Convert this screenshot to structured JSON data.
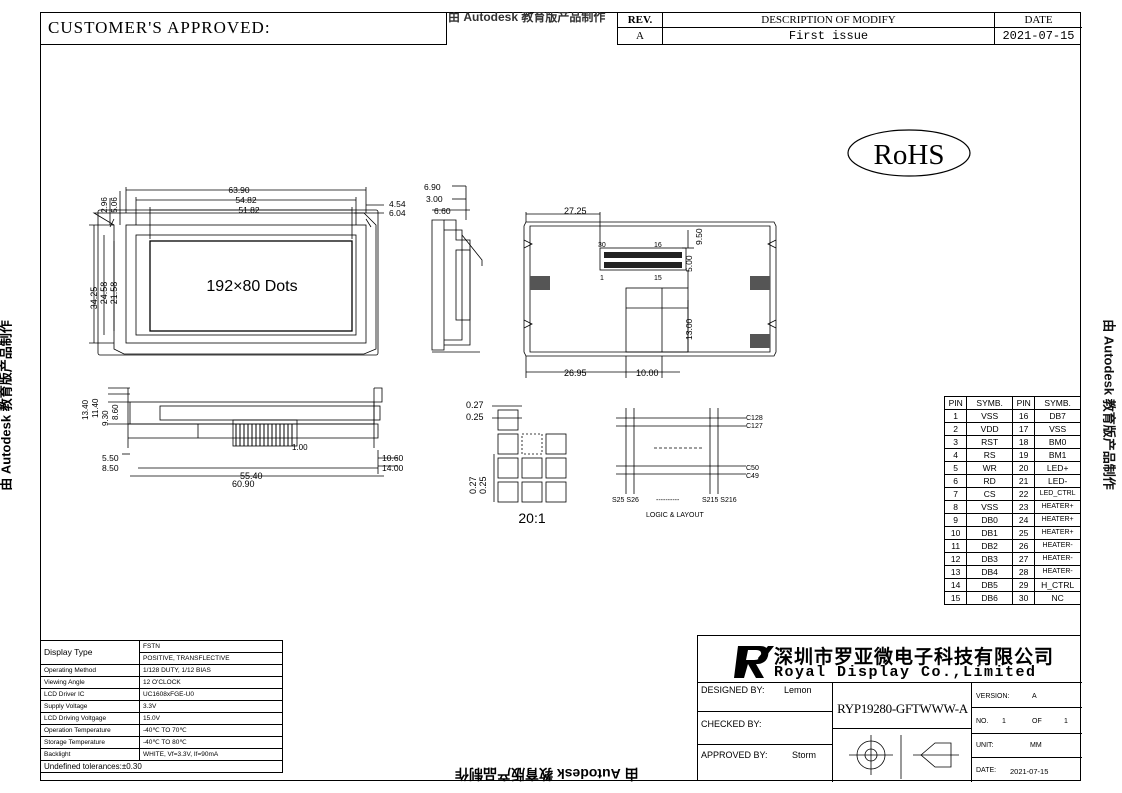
{
  "header": {
    "customer_label": "CUSTOMER'S APPROVED:",
    "watermark_top": "由 Autodesk 教育版产品制作",
    "rev_label": "REV.",
    "desc_label": "DESCRIPTION OF MODIFY",
    "date_label": "DATE",
    "rev_value": "A",
    "desc_value": "First issue",
    "date_value": "2021-07-15"
  },
  "watermarks": {
    "left": "由 Autodesk 教育版产品制作",
    "right": "由 Autodesk 教育版产品制作",
    "bottom": "由 Autodesk 教育版产品制作"
  },
  "rohs": "RoHS",
  "front_view": {
    "display_text": "192×80 Dots",
    "dims": {
      "w1": "63.90",
      "w2": "54.82",
      "w3": "51.82",
      "h1": "34.25",
      "h2": "24.58",
      "h3": "21.58",
      "t1": "2.96",
      "t2": "5.06",
      "r1": "4.54",
      "r2": "6.04"
    }
  },
  "side_view": {
    "d1": "6.90",
    "d2": "3.00",
    "d3": "6.60"
  },
  "back_view": {
    "d1": "27.25",
    "d2": "9.50",
    "d3": "5.00",
    "d4": "13.00",
    "d5": "26.95",
    "d6": "10.00",
    "pin30": "30",
    "pin16": "16",
    "pin1": "1",
    "pin15": "15"
  },
  "bottom_view": {
    "d1": "13.40",
    "d2": "11.40",
    "d3": "9.30",
    "d4": "8.60",
    "d5": "1.00",
    "d6": "5.50",
    "d7": "8.50",
    "d8": "55.40",
    "d9": "60.90",
    "d10": "10.60",
    "d11": "14.00"
  },
  "dot_detail": {
    "d1": "0.27",
    "d2": "0.25",
    "d3": "0.27",
    "d4": "0.25",
    "scale": "20:1"
  },
  "logic": {
    "c128": "C128",
    "c127": "C127",
    "c50": "C50",
    "c49": "C49",
    "s_left": "S25 S26",
    "s_mid": "----------",
    "s_right": "S215 S216",
    "caption": "LOGIC & LAYOUT"
  },
  "pin_table": {
    "headers": [
      "PIN",
      "SYMB.",
      "PIN",
      "SYMB."
    ],
    "rows": [
      [
        "1",
        "VSS",
        "16",
        "DB7"
      ],
      [
        "2",
        "VDD",
        "17",
        "VSS"
      ],
      [
        "3",
        "RST",
        "18",
        "BM0"
      ],
      [
        "4",
        "RS",
        "19",
        "BM1"
      ],
      [
        "5",
        "WR",
        "20",
        "LED+"
      ],
      [
        "6",
        "RD",
        "21",
        "LED-"
      ],
      [
        "7",
        "CS",
        "22",
        "LED_CTRL"
      ],
      [
        "8",
        "VSS",
        "23",
        "HEATER+"
      ],
      [
        "9",
        "DB0",
        "24",
        "HEATER+"
      ],
      [
        "10",
        "DB1",
        "25",
        "HEATER+"
      ],
      [
        "11",
        "DB2",
        "26",
        "HEATER-"
      ],
      [
        "12",
        "DB3",
        "27",
        "HEATER-"
      ],
      [
        "13",
        "DB4",
        "28",
        "HEATER-"
      ],
      [
        "14",
        "DB5",
        "29",
        "H_CTRL"
      ],
      [
        "15",
        "DB6",
        "30",
        "NC"
      ]
    ]
  },
  "specs": {
    "display_type_label": "Display Type",
    "display_type_1": "FSTN",
    "display_type_2": "POSITIVE, TRANSFLECTIVE",
    "rows": [
      [
        "Operating Method",
        "1/128 DUTY, 1/12 BIAS"
      ],
      [
        "Viewing Angle",
        "12 O'CLOCK"
      ],
      [
        "LCD Driver IC",
        "UC1608xFGE-U0"
      ],
      [
        "Supply Voltage",
        "3.3V"
      ],
      [
        "LCD Driving Voltgage",
        "15.0V"
      ],
      [
        "Operation Temperature",
        "-40℃ TO 70℃"
      ],
      [
        "Storage Temperature",
        "-40℃ TO 80℃"
      ],
      [
        "Backlight",
        "WHITE, Vf=3.3V, If=90mA"
      ]
    ],
    "tolerance": "Undefined tolerances:±0.30"
  },
  "title_block": {
    "company_cn": "深圳市罗亚微电子科技有限公司",
    "company_en": "Royal Display Co.,Limited",
    "designed_label": "DESIGNED BY:",
    "designed_value": "Lemon",
    "checked_label": "CHECKED BY:",
    "approved_label": "APPROVED BY:",
    "approved_value": "Storm",
    "part_no": "RYP19280-GFTWWW-A",
    "version_label": "VERSION:",
    "version_value": "A",
    "no_label": "NO.",
    "no_value": "1",
    "of_label": "OF",
    "of_value": "1",
    "unit_label": "UNIT:",
    "unit_value": "MM",
    "date_label": "DATE:",
    "date_value": "2021-07-15"
  }
}
